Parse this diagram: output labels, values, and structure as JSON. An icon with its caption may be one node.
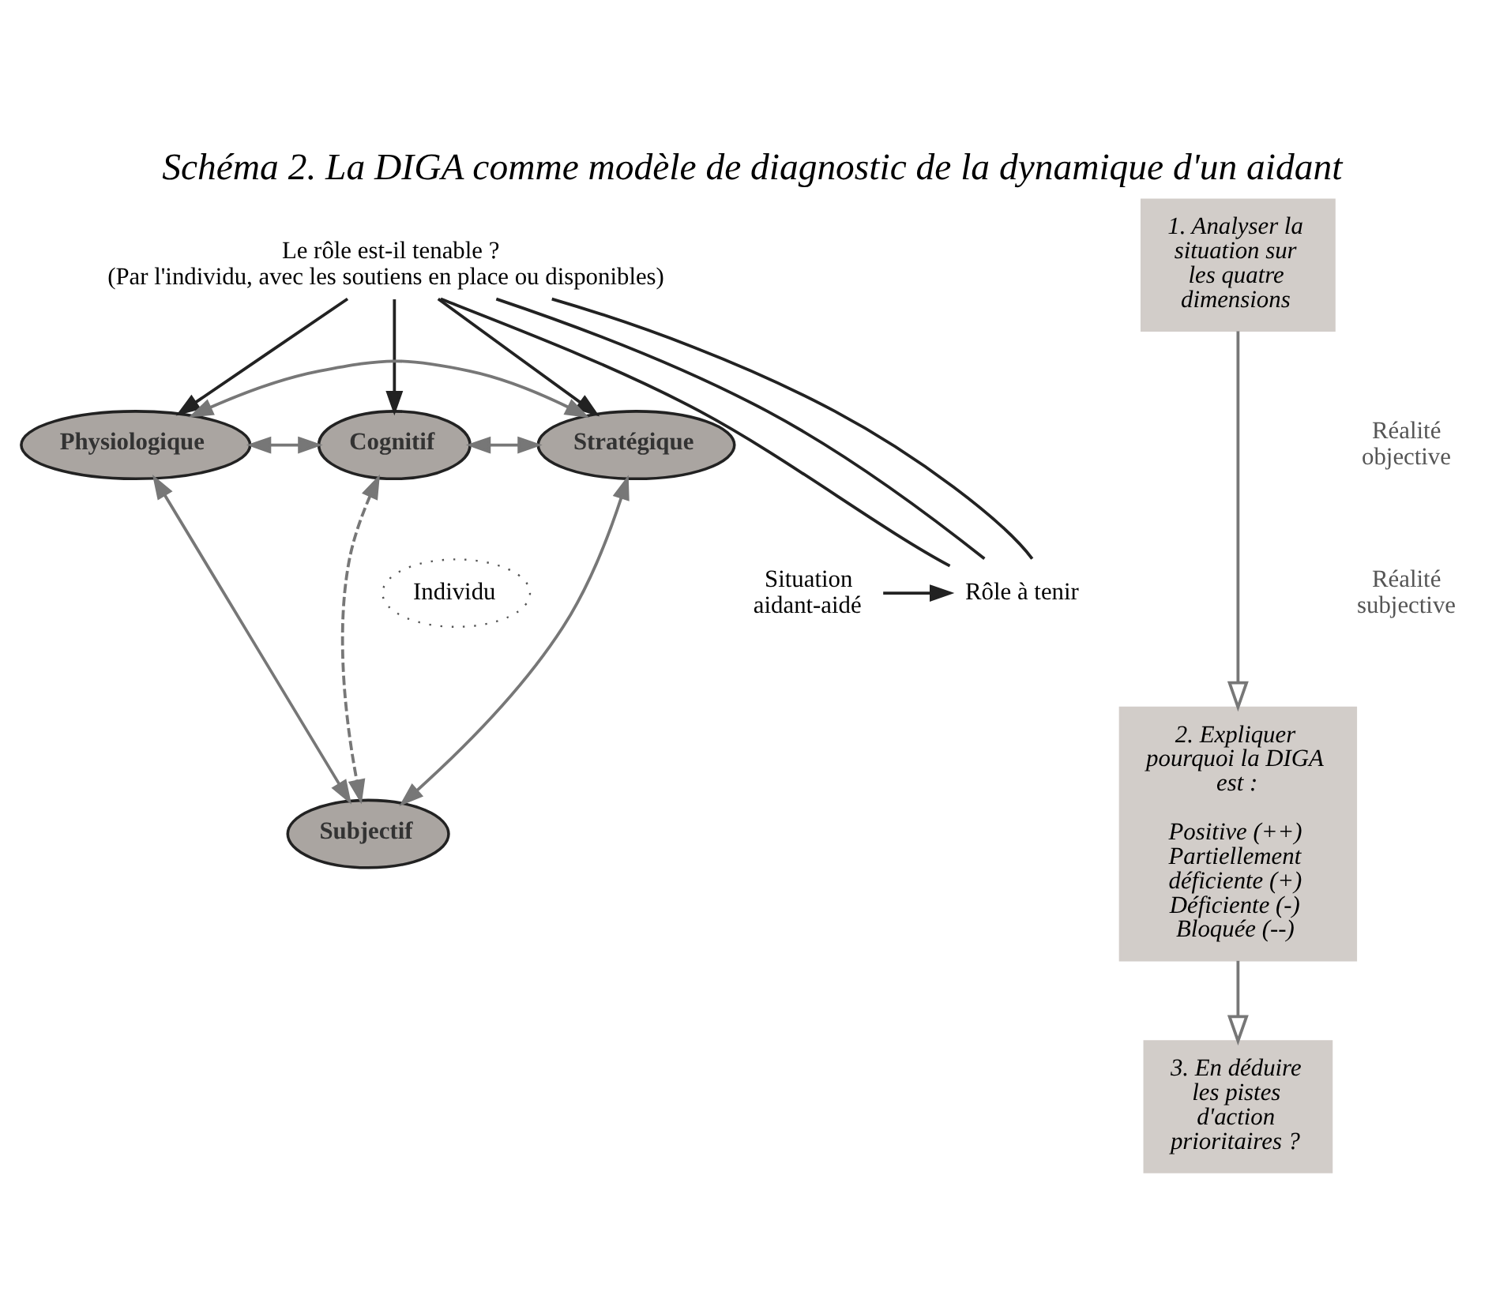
{
  "diagram": {
    "title": "Schéma 2. La DIGA comme modèle de diagnostic de la dynamique d'un aidant",
    "nodes": [
      {
        "text": [
          "Situation aidant-aidé"
        ]
      },
      {
        "text": [
          "Rôle à tenir"
        ]
      },
      {
        "text": [
          "Le rôle est-il tenable ?",
          "(Par l'individu, avec les soutiens en place ou disponibles)"
        ]
      },
      {
        "text": [
          "Cognitif"
        ]
      },
      {
        "text": [
          "Physiologique"
        ]
      },
      {
        "text": [
          "Stratégique"
        ]
      },
      {
        "text": [
          "Individu"
        ]
      },
      {
        "text": [
          "Subjectif"
        ]
      },
      {
        "text": [
          "1. Analyser la situation sur les quatre dimensions"
        ]
      },
      {
        "text": [
          "2. Expliquer pourquoi la DIGA est :",
          "Positive (++) Partiellement déficiente (+) Déficiente (-) Bloquée (--)"
        ]
      },
      {
        "text": [
          "3. En déduire les pistes d'action prioritaires ?"
        ]
      }
    ],
    "edges": [
      {
        "from": 0,
        "to": 1,
        "arrow": "to",
        "color": "#222222"
      },
      {
        "from": 2,
        "to": 1,
        "arrow": "none",
        "color": "#222222"
      },
      {
        "from": 2,
        "to": 1,
        "arrow": "none",
        "color": "#222222"
      },
      {
        "from": 2,
        "to": 1,
        "arrow": "none",
        "color": "#222222"
      },
      {
        "from": 2,
        "to": 4,
        "arrow": "to",
        "color": "#222222"
      },
      {
        "from": 2,
        "to": 3,
        "arrow": "to",
        "color": "#222222"
      },
      {
        "from": 2,
        "to": 5,
        "arrow": "to",
        "color": "#222222"
      },
      {
        "from": 4,
        "to": 3,
        "arrow": "both"
      },
      {
        "from": 3,
        "to": 5,
        "arrow": "both"
      },
      {
        "from": 4,
        "to": 5,
        "arrow": "both"
      },
      {
        "from": 3,
        "to": 7,
        "arrow": "both",
        "style": "dashed"
      },
      {
        "from": 4,
        "to": 7,
        "arrow": "both"
      },
      {
        "from": 5,
        "to": 7,
        "arrow": "both"
      },
      {
        "from": 8,
        "to": 9,
        "arrow": "to"
      },
      {
        "from": 9,
        "to": 10,
        "arrow": "to"
      }
    ],
    "labels": [
      "Réalité objective",
      "Réalité subjective"
    ]
  }
}
